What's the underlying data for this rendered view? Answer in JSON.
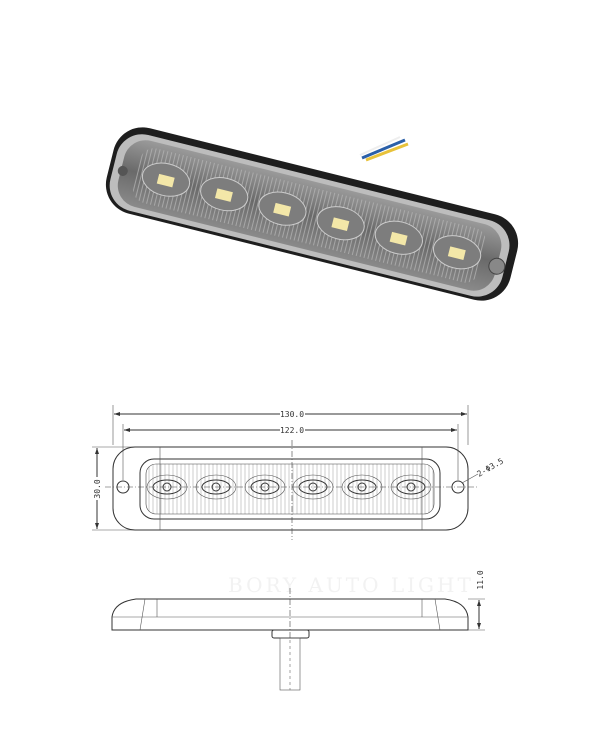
{
  "photo": {
    "led_count": 6,
    "wire_colors": [
      "#2a5fa8",
      "#e8c23a",
      "#ffffff"
    ]
  },
  "drawing": {
    "overall_length": "130.0",
    "hole_spacing": "122.0",
    "height": "30.0",
    "holes": "2-Φ3.5",
    "thickness": "11.0"
  },
  "watermark": "BORY AUTO LIGHT"
}
